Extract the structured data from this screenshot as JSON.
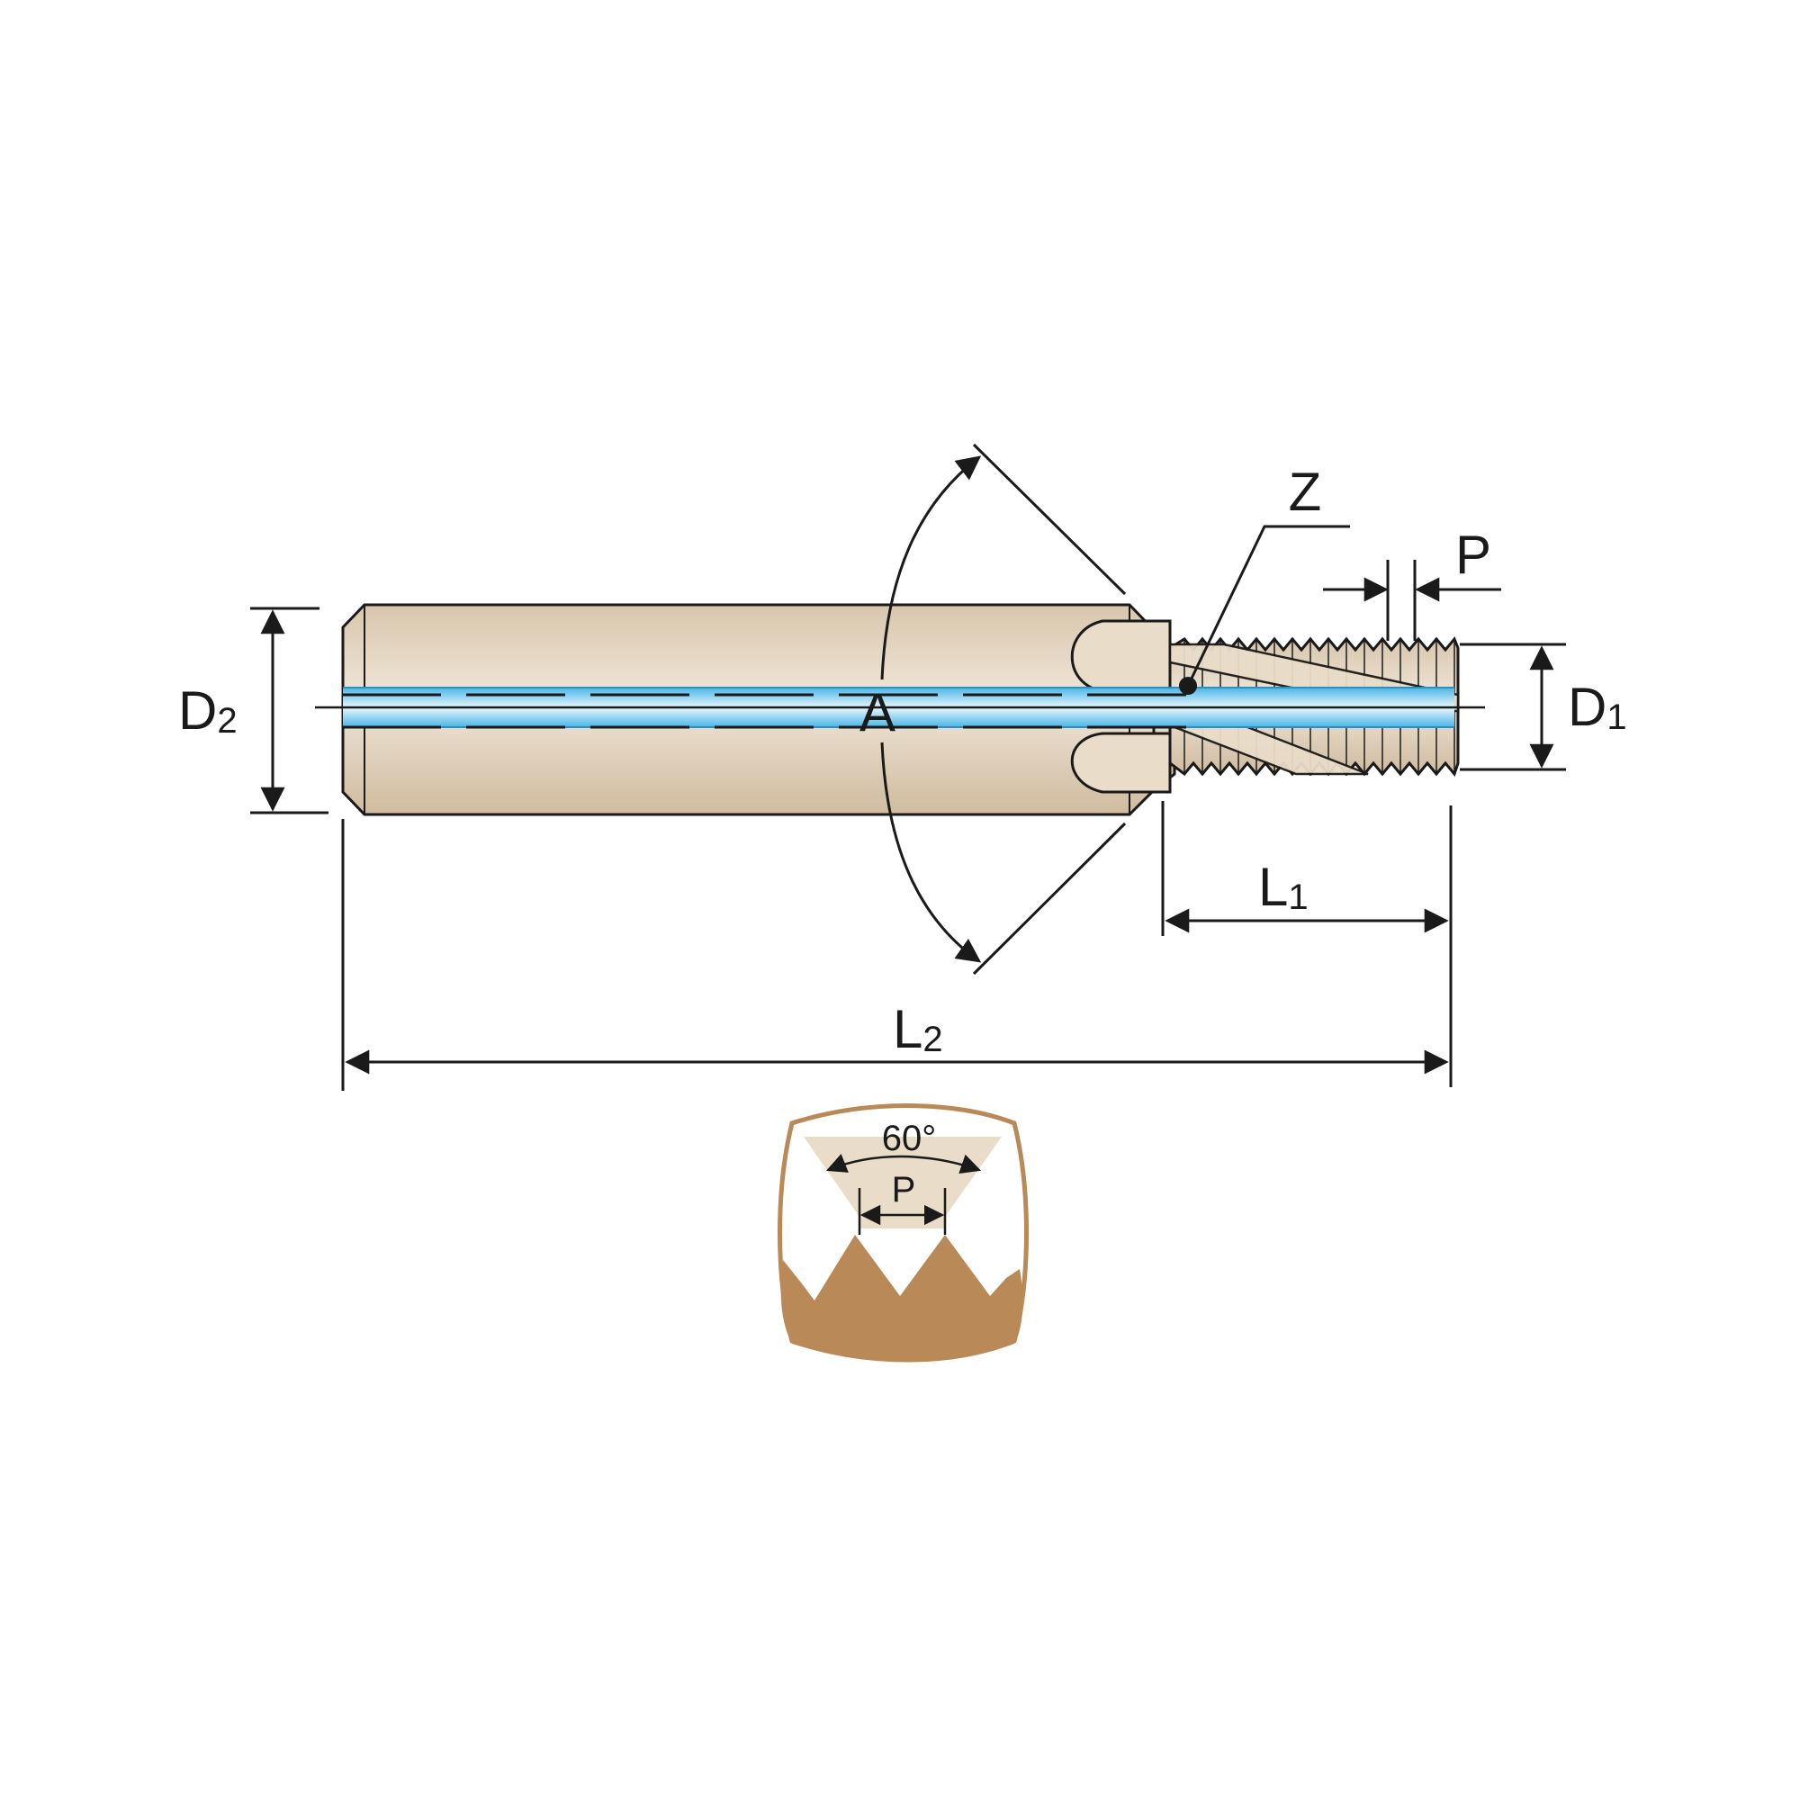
{
  "labels": {
    "d2": {
      "main": "D",
      "sub": "2"
    },
    "d1": {
      "main": "D",
      "sub": "1"
    },
    "l1": {
      "main": "L",
      "sub": "1"
    },
    "l2": {
      "main": "L",
      "sub": "2"
    },
    "a": "A",
    "z": "Z",
    "p": "P",
    "angle": "60°",
    "detail_p": "P"
  },
  "colors": {
    "tool_body": "#dccbb3",
    "tool_highlight": "#efe5d6",
    "coolant": "#5fc3ee",
    "coolant_highlight": "#e8f7fd",
    "thread_detail": "#b98a57",
    "detail_tint": "#e9dcc8",
    "outline": "#1a1a1a"
  }
}
